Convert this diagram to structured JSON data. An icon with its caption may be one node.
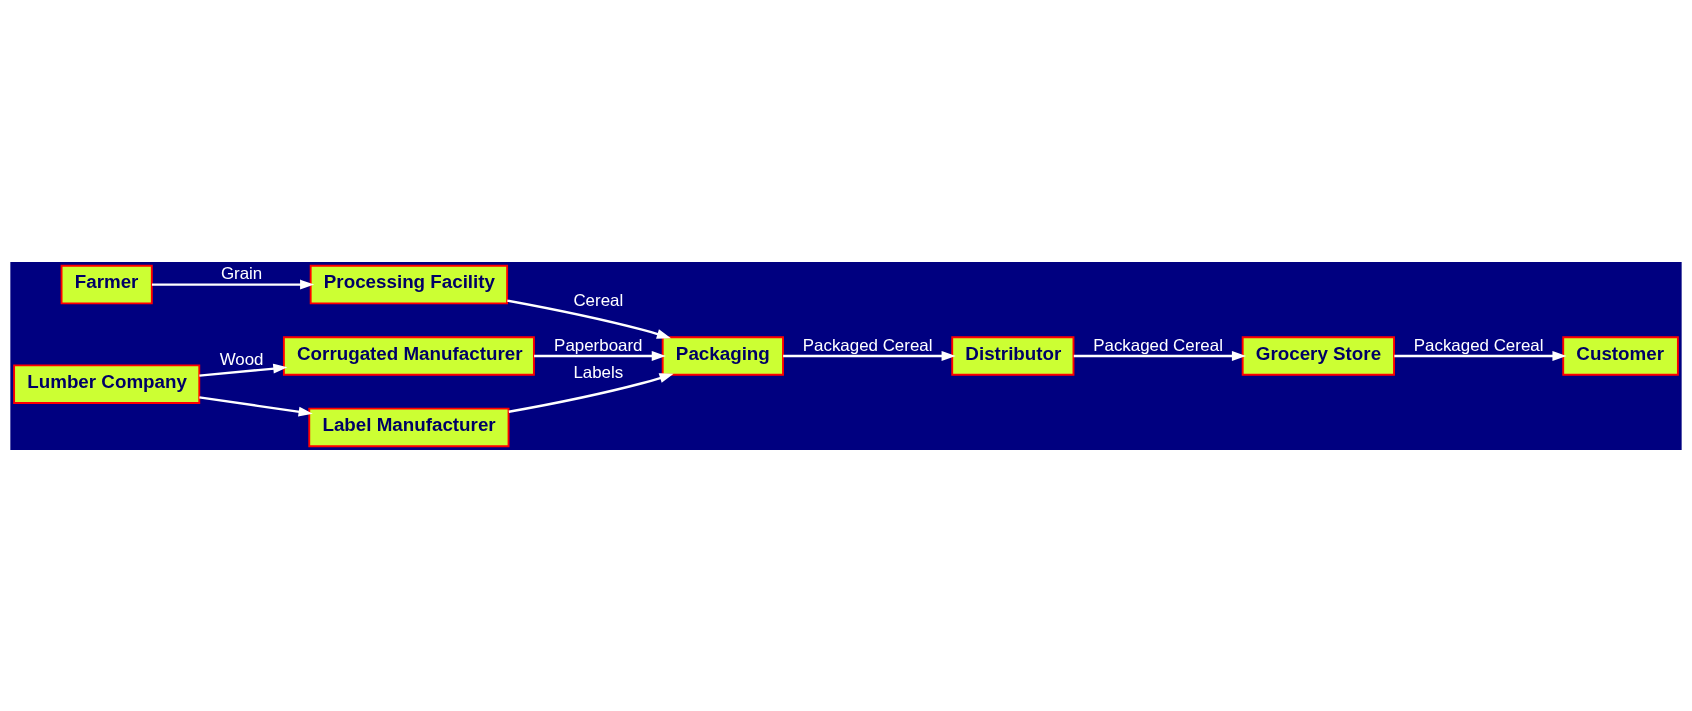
{
  "diagram": {
    "nodes": [
      {
        "text": [
          "Farmer"
        ]
      },
      {
        "text": [
          "Processing Facility"
        ]
      },
      {
        "text": [
          "Packaging"
        ]
      },
      {
        "text": [
          "Distributor"
        ]
      },
      {
        "text": [
          "Grocery Store"
        ]
      },
      {
        "text": [
          "Customer"
        ]
      },
      {
        "text": [
          "Corrugated Manufacturer"
        ]
      },
      {
        "text": [
          "Lumber Company"
        ]
      },
      {
        "text": [
          "Label Manufacturer"
        ]
      }
    ],
    "edges": [
      {
        "from": 0,
        "to": 1,
        "arrow": "to",
        "label": "Grain"
      },
      {
        "from": 1,
        "to": 2,
        "arrow": "to",
        "label": "Cereal"
      },
      {
        "from": 2,
        "to": 3,
        "arrow": "to",
        "label": "Packaged Cereal"
      },
      {
        "from": 3,
        "to": 4,
        "arrow": "to",
        "label": "Packaged Cereal"
      },
      {
        "from": 4,
        "to": 5,
        "arrow": "to",
        "label": "Packaged Cereal"
      },
      {
        "from": 6,
        "to": 2,
        "arrow": "to",
        "label": "Paperboard"
      },
      {
        "from": 7,
        "to": 6,
        "arrow": "to",
        "label": "Wood"
      },
      {
        "from": 7,
        "to": 8,
        "arrow": "to"
      },
      {
        "from": 8,
        "to": 2,
        "arrow": "to",
        "label": "Labels"
      }
    ]
  }
}
